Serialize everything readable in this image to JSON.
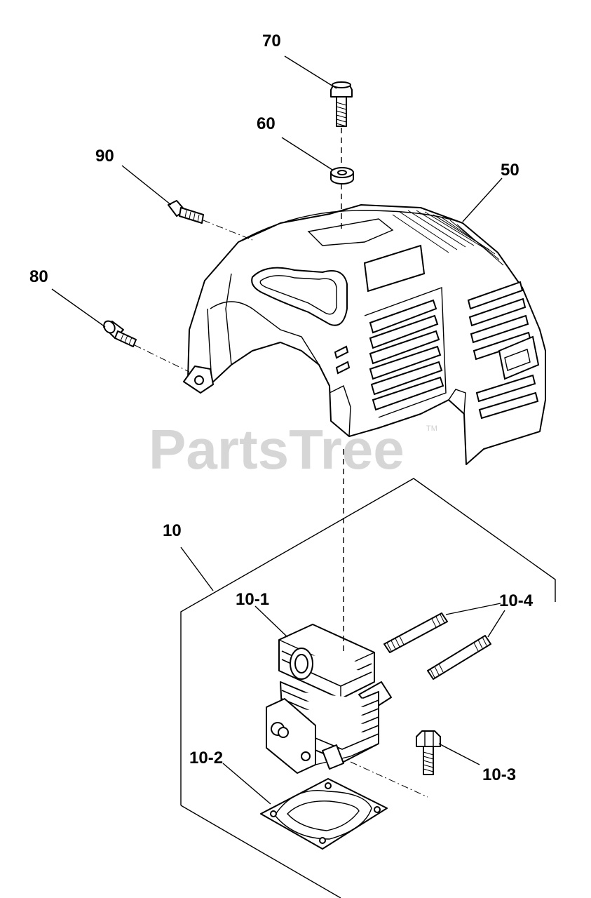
{
  "watermark": {
    "brand": "PartsTree",
    "trademark": "TM"
  },
  "callouts": {
    "p70": "70",
    "p60": "60",
    "p90": "90",
    "p50": "50",
    "p80": "80",
    "p10": "10",
    "p10_1": "10-1",
    "p10_4": "10-4",
    "p10_3": "10-3",
    "p10_2": "10-2"
  }
}
